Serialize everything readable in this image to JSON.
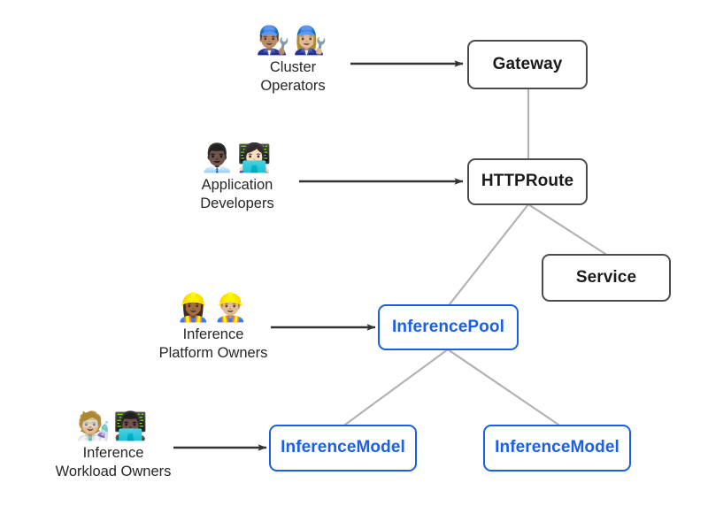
{
  "diagram": {
    "type": "flow-diagram",
    "title": "Gateway API Inference Extension personas and resources",
    "background_color": "#ffffff",
    "accent_color": "#1a5fe8",
    "neutral_border_color": "#4d4d4d",
    "edge_color": "#b3b3b3",
    "arrow_color": "#333333",
    "personas": [
      {
        "id": "cluster-operators",
        "label": "Cluster\nOperators",
        "emoji": "👨🏽‍🔧👩🏼‍🔧",
        "emoji_names": [
          "man-mechanic-icon",
          "woman-mechanic-icon"
        ],
        "targets": "Gateway"
      },
      {
        "id": "application-developers",
        "label": "Application\nDevelopers",
        "emoji": "👨🏿‍💼👩🏻‍💻",
        "emoji_names": [
          "man-office-worker-icon",
          "woman-technologist-icon"
        ],
        "targets": "HTTPRoute"
      },
      {
        "id": "inference-platform-owners",
        "label": "Inference\nPlatform Owners",
        "emoji": "👷🏾‍♀️👷🏼‍♂️",
        "emoji_names": [
          "woman-construction-worker-icon",
          "man-construction-worker-icon"
        ],
        "targets": "InferencePool"
      },
      {
        "id": "inference-workload-owners",
        "label": "Inference\nWorkload Owners",
        "emoji": "🧑🏼‍🔬👨🏿‍💻",
        "emoji_names": [
          "scientist-icon",
          "man-technologist-icon"
        ],
        "targets": "InferenceModel"
      }
    ],
    "nodes": [
      {
        "id": "gateway",
        "label": "Gateway",
        "style": "neutral"
      },
      {
        "id": "httproute",
        "label": "HTTPRoute",
        "style": "neutral"
      },
      {
        "id": "service",
        "label": "Service",
        "style": "neutral"
      },
      {
        "id": "inferencepool",
        "label": "InferencePool",
        "style": "accent"
      },
      {
        "id": "inferencemodel1",
        "label": "InferenceModel",
        "style": "accent"
      },
      {
        "id": "inferencemodel2",
        "label": "InferenceModel",
        "style": "accent"
      }
    ],
    "edges": [
      {
        "from": "gateway",
        "to": "httproute",
        "kind": "link"
      },
      {
        "from": "httproute",
        "to": "inferencepool",
        "kind": "link"
      },
      {
        "from": "httproute",
        "to": "service",
        "kind": "link"
      },
      {
        "from": "inferencepool",
        "to": "inferencemodel1",
        "kind": "link"
      },
      {
        "from": "inferencepool",
        "to": "inferencemodel2",
        "kind": "link"
      }
    ],
    "arrows": [
      {
        "from": "cluster-operators",
        "to": "gateway"
      },
      {
        "from": "application-developers",
        "to": "httproute"
      },
      {
        "from": "inference-platform-owners",
        "to": "inferencepool"
      },
      {
        "from": "inference-workload-owners",
        "to": "inferencemodel1"
      }
    ]
  }
}
